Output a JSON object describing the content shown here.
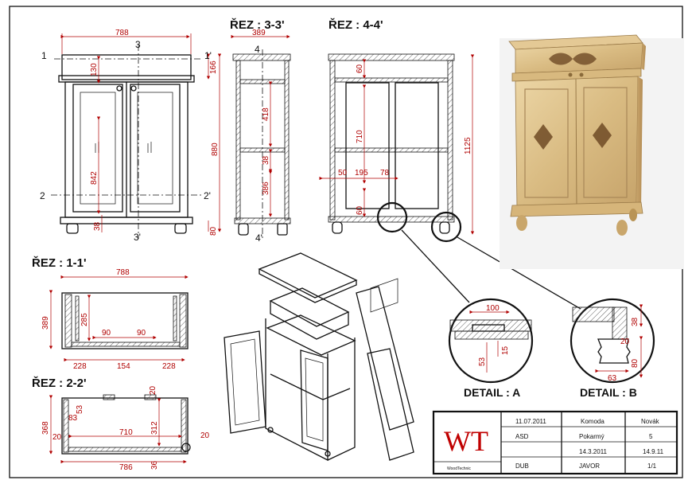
{
  "front_view": {
    "dims": {
      "width": "788",
      "top": "130",
      "panel": "842",
      "foot": "38",
      "height": "880",
      "h166": "166",
      "h80": "80"
    },
    "cut_marks": {
      "c1": "1",
      "c1p": "1'",
      "c2": "2",
      "c2p": "2'",
      "c3": "3",
      "c3p": "3'"
    }
  },
  "section_3": {
    "title": "ŘEZ : 3-3'",
    "dims": {
      "depth": "389",
      "d418": "418",
      "d38": "38",
      "d386": "386"
    },
    "cut_marks": {
      "c4": "4",
      "c4p": "4'"
    }
  },
  "section_4": {
    "title": "ŘEZ : 4-4'",
    "dims": {
      "top": "60",
      "d710": "710",
      "d1125": "1125",
      "d50": "50",
      "d195": "195",
      "d78": "78",
      "d60b": "60"
    }
  },
  "section_1": {
    "title": "ŘEZ : 1-1'",
    "dims": {
      "width": "788",
      "depth": "389",
      "d285": "285",
      "d90a": "90",
      "d90b": "90",
      "d228a": "228",
      "d154": "154",
      "d228b": "228"
    }
  },
  "section_2": {
    "title": "ŘEZ : 2-2'",
    "dims": {
      "d20t": "20",
      "d53": "53",
      "d83": "83",
      "d368": "368",
      "d20l": "20",
      "d710": "710",
      "d312": "312",
      "d20r": "20",
      "d786": "786",
      "d36": "36"
    }
  },
  "detail_a": {
    "label": "DETAIL : A",
    "dims": {
      "d100": "100",
      "d53": "53",
      "d15": "15"
    }
  },
  "detail_b": {
    "label": "DETAIL : B",
    "dims": {
      "d38": "38",
      "d20": "20",
      "d63": "63",
      "d80": "80"
    }
  },
  "title_block": {
    "logo": "WT",
    "company": "WoodTechnic",
    "date": "11.07.2011",
    "name": "Komoda",
    "author": "Novák",
    "code": "ASD",
    "state": "Pokarmý",
    "sheet_no": "5",
    "date2": "14.3.2011",
    "date3": "14.9.11",
    "material": "DUB",
    "material2": "JAVOR",
    "sheet": "1/1"
  }
}
